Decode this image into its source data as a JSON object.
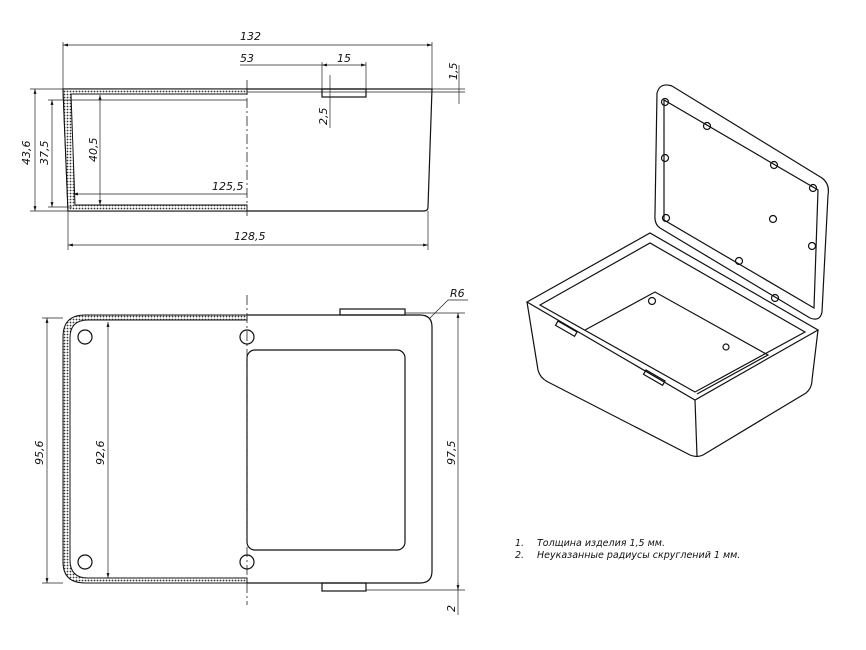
{
  "front_view": {
    "dims": {
      "overall_length": "132",
      "tab_offset": "53",
      "tab_width": "15",
      "rim_thickness": "1,5",
      "tab_depth": "2,5",
      "overall_height": "43,6",
      "inner_height": "37,5",
      "depth": "40,5",
      "inner_length": "125,5",
      "bottom_length": "128,5"
    }
  },
  "top_view": {
    "dims": {
      "outer_width": "95,6",
      "inner_width": "92,6",
      "lid_width": "97,5",
      "corner_radius": "R6",
      "gap": "2"
    }
  },
  "notes": [
    {
      "num": "1.",
      "text": "Толщина изделия 1,5 мм."
    },
    {
      "num": "2.",
      "text": "Неуказанные радиусы скруглений 1 мм."
    }
  ]
}
